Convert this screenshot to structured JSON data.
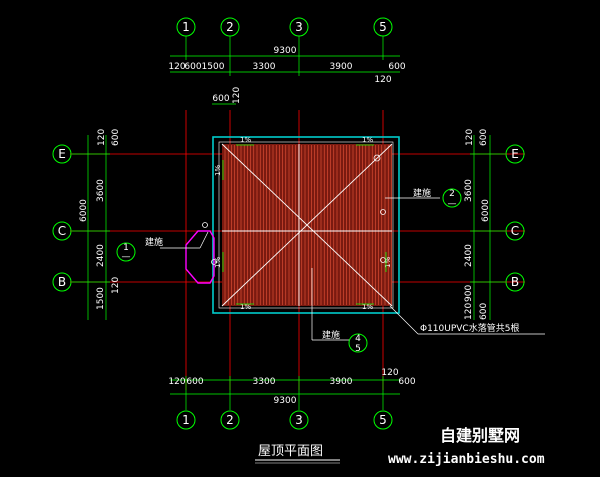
{
  "drawing": {
    "title": "屋顶平面图",
    "colors": {
      "background": "#000000",
      "dimension_line": "#00ff00",
      "axis_line": "#ff0000",
      "outline": "#00cccc",
      "roof_fill": "#7a1a10",
      "roof_lines": "#ff6040",
      "hip_lines": "#ffffff",
      "canopy": "#ff00ff",
      "text": "#ffffff"
    },
    "axes_vertical": [
      "1",
      "2",
      "3",
      "5"
    ],
    "axes_horizontal": [
      "E",
      "C",
      "B"
    ],
    "top_dims": {
      "overall": "9300",
      "seg": [
        "120",
        "600",
        "1500",
        "3300",
        "3900",
        "120",
        "600"
      ],
      "eave": [
        "600",
        "120"
      ]
    },
    "bottom_dims": {
      "overall": "9300",
      "seg": [
        "120",
        "600",
        "3300",
        "3900",
        "120",
        "600"
      ]
    },
    "left_dims": {
      "seg_top": [
        "120",
        "600"
      ],
      "mid": "3600",
      "overall": "6000",
      "seg2": "2400",
      "seg3": "120",
      "bottom": "1500"
    },
    "right_dims": {
      "seg_top": [
        "120",
        "600"
      ],
      "mid": "3600",
      "overall": "6000",
      "seg2": "2400",
      "seg3": "900",
      "bottom": [
        "120",
        "600"
      ]
    },
    "slopes": [
      "1%",
      "1%",
      "1%",
      "1%",
      "1%",
      "1%",
      "1%"
    ],
    "notes": {
      "jianshi_1": "建施",
      "jianshi_2": "建施",
      "jianshi_3": "建施",
      "ref_1": [
        "1",
        "—"
      ],
      "ref_2": [
        "2",
        "—"
      ],
      "ref_3": [
        "4",
        "5"
      ],
      "downpipe": "Φ110UPVC水落管共5根"
    }
  },
  "watermark": {
    "name": "自建别墅网",
    "url": "www.zijianbieshu.com"
  }
}
